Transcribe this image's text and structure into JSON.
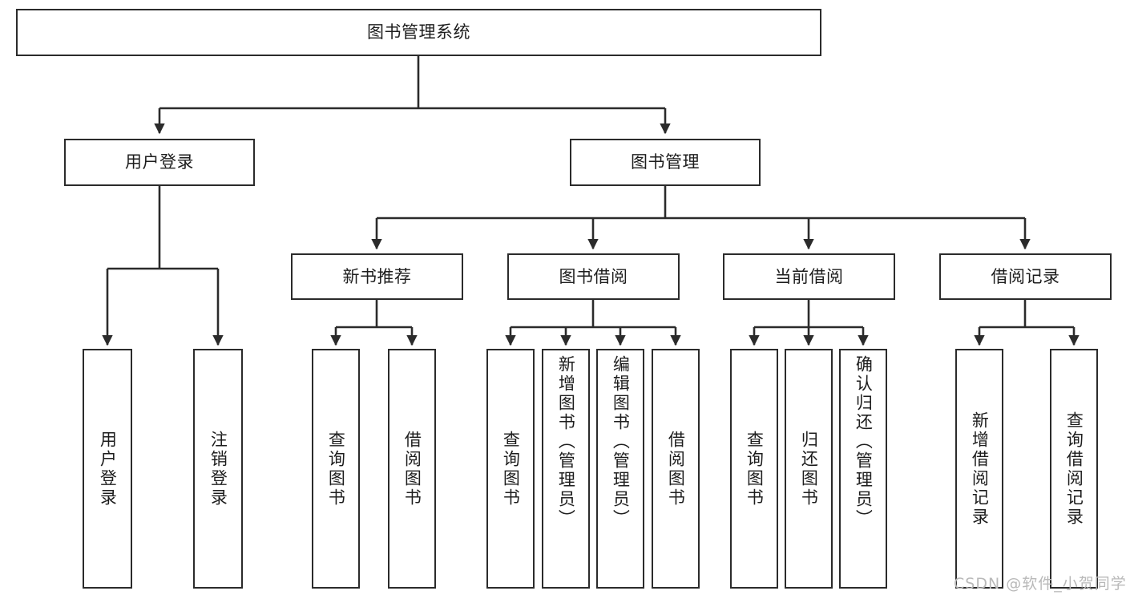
{
  "diagram": {
    "title": "图书管理系统",
    "type": "tree",
    "style": {
      "line_color": "#2b2b2b",
      "box_fill": "#ffffff",
      "text_color": "#1d1d1d",
      "watermark_color": "#b9b9b9"
    },
    "root": {
      "label": "图书管理系统"
    },
    "level1": [
      {
        "label": "用户登录"
      },
      {
        "label": "图书管理"
      }
    ],
    "level2": [
      {
        "label": "新书推荐"
      },
      {
        "label": "图书借阅"
      },
      {
        "label": "当前借阅"
      },
      {
        "label": "借阅记录"
      }
    ],
    "leaves": {
      "user_login": [
        {
          "label": "用户登录"
        },
        {
          "label": "注销登录"
        }
      ],
      "new_book_recommend": [
        {
          "label": "查询图书"
        },
        {
          "label": "借阅图书"
        }
      ],
      "book_borrow": [
        {
          "label": "查询图书"
        },
        {
          "label": "新增图书（管理员）"
        },
        {
          "label": "编辑图书（管理员）"
        },
        {
          "label": "借阅图书"
        }
      ],
      "current_borrow": [
        {
          "label": "查询图书"
        },
        {
          "label": "归还图书"
        },
        {
          "label": "确认归还（管理员）"
        }
      ],
      "borrow_record": [
        {
          "label": "新增借阅记录"
        },
        {
          "label": "查询借阅记录"
        }
      ]
    }
  },
  "watermark": {
    "text": "CSDN @软件_小贺同学"
  }
}
